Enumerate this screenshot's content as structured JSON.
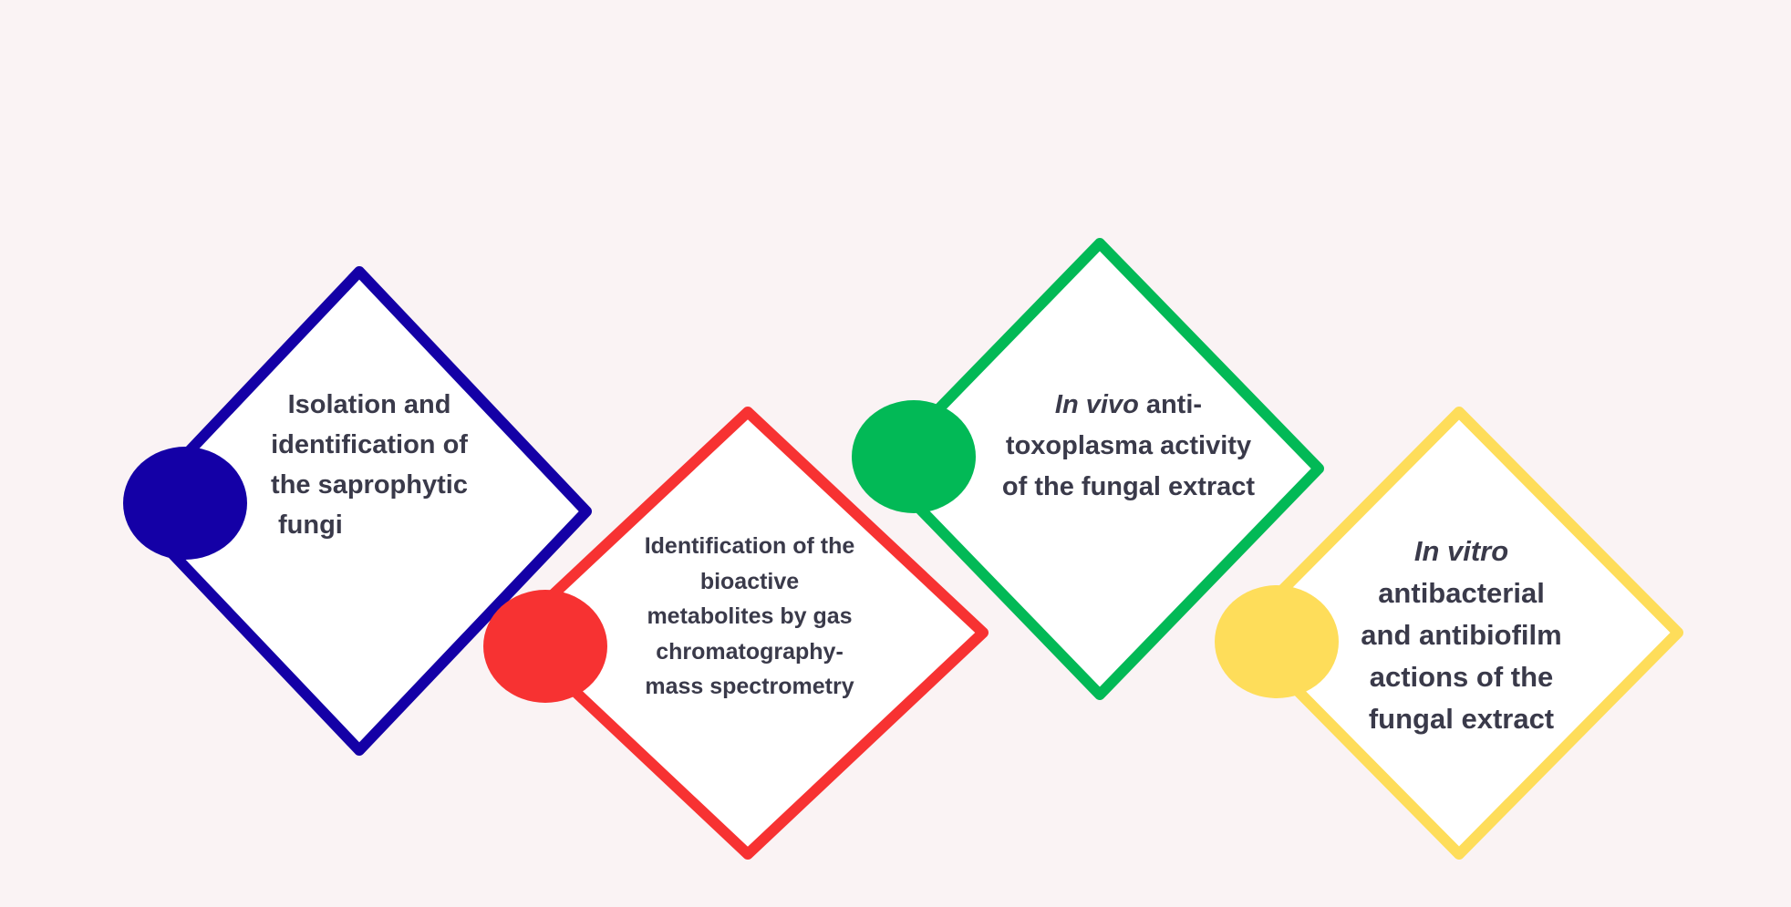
{
  "diagram": {
    "steps": [
      {
        "lines": [
          "Isolation and",
          "identification of",
          "the saprophytic",
          "fungi"
        ],
        "color": "#1400a6"
      },
      {
        "lines": [
          "Identification of the",
          "bioactive",
          "metabolites by gas",
          "chromatography-",
          "mass spectrometry"
        ],
        "color": "#f73232"
      },
      {
        "emphasis": "In vivo",
        "lines": [
          " anti-",
          "toxoplasma activity",
          "of the fungal extract"
        ],
        "color": "#02b956"
      },
      {
        "emphasis": "In vitro",
        "lines": [
          "antibacterial",
          "and antibiofilm",
          "actions of the",
          "fungal extract"
        ],
        "color": "#fedd5a"
      }
    ]
  }
}
